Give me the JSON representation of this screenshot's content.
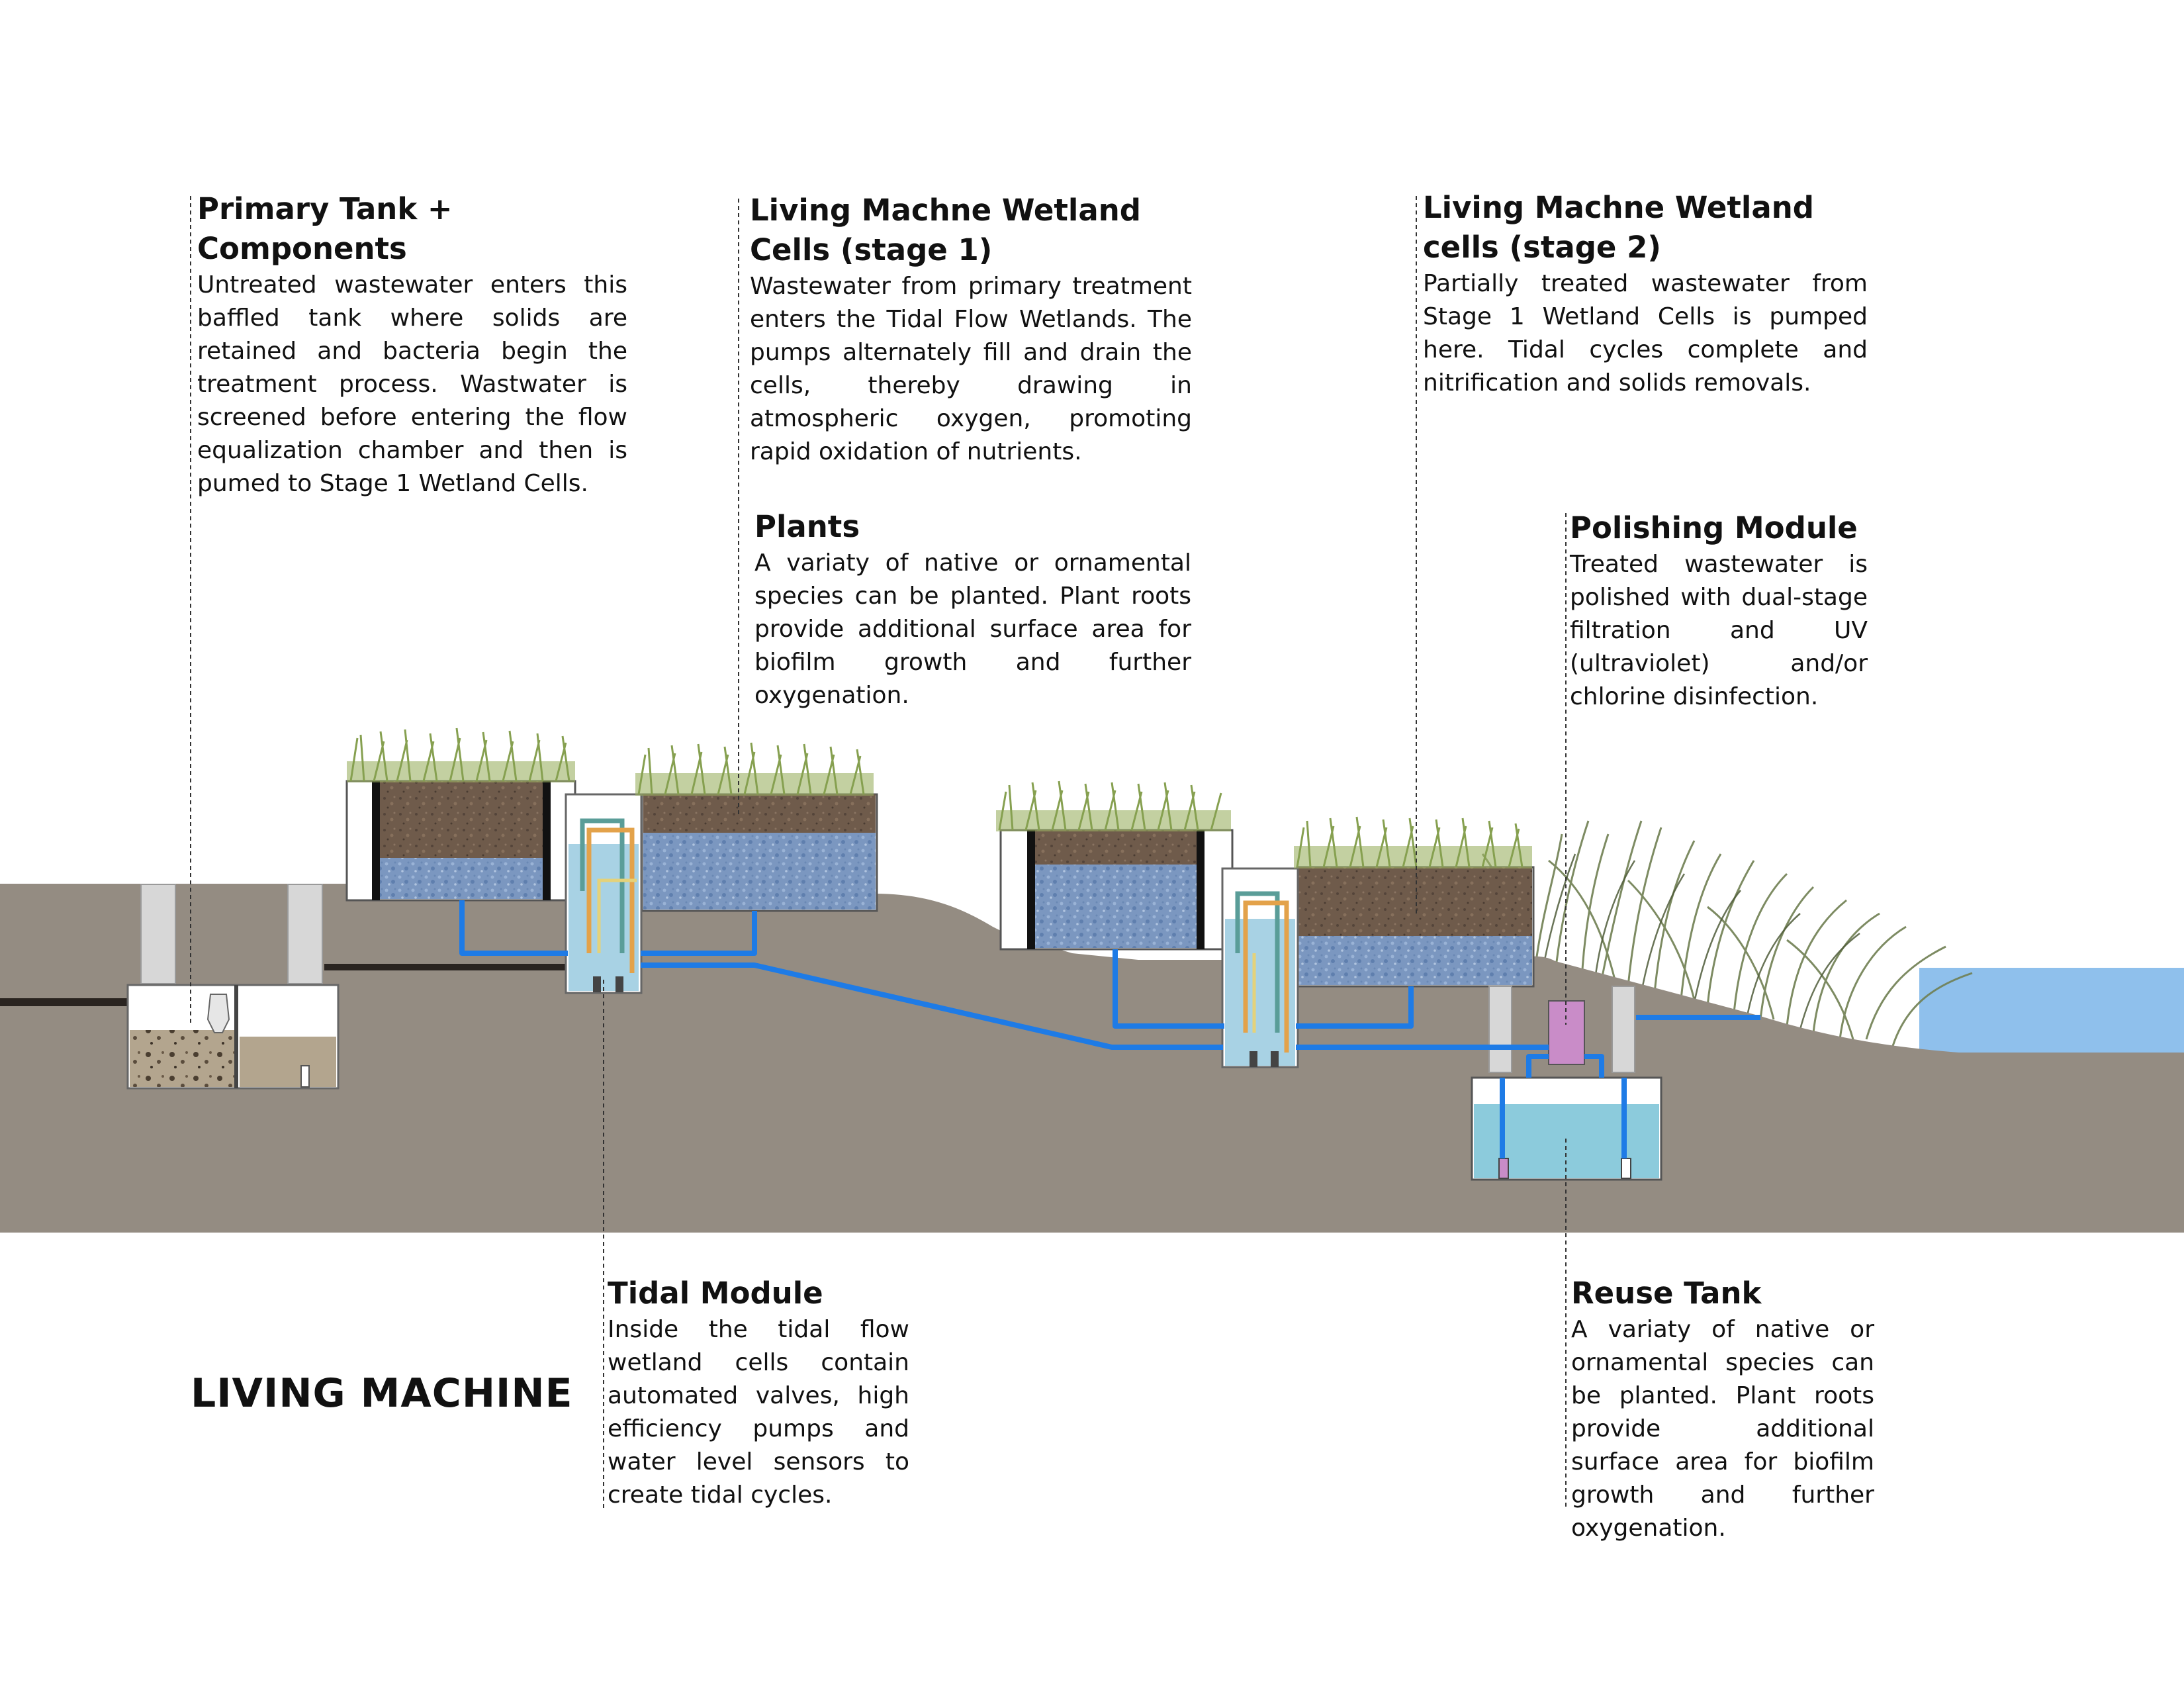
{
  "title": "LIVING MACHINE",
  "callouts": {
    "primary_tank": {
      "heading": "Primary Tank + Components",
      "body": "Untreated wastewater enters this baffled tank where solids are retained and bacteria begin the treatment process. Wastwater is screened before entering the flow equalization chamber and then is pumed to Stage 1 Wetland Cells."
    },
    "wetland_stage1": {
      "heading": "Living Machne Wetland Cells (stage 1)",
      "body": "Wastewater from primary treatment enters the Tidal Flow Wetlands. The pumps alternately fill and drain the cells, thereby drawing in atmospheric oxygen, promoting rapid oxidation of nutrients."
    },
    "wetland_stage2": {
      "heading": "Living Machne Wetland cells (stage 2)",
      "body": "Partially treated wastewater from Stage 1 Wetland Cells is pumped here. Tidal cycles complete and nitrification and solids removals."
    },
    "plants": {
      "heading": "Plants",
      "body": "A variaty of native or ornamental species can be planted. Plant roots provide additional surface area for biofilm growth and further oxygenation."
    },
    "polishing": {
      "heading": "Polishing Module",
      "body": "Treated wastewater is polished with dual-stage filtration and UV (ultraviolet) and/or chlorine disinfection."
    },
    "tidal_module": {
      "heading": "Tidal Module",
      "body": "Inside the tidal flow wetland cells contain automated valves, high efficiency pumps and water level sensors to create tidal cycles."
    },
    "reuse_tank": {
      "heading": "Reuse Tank",
      "body": "A variaty of native or ornamental species can be planted. Plant roots provide additional surface area for biofilm growth and further oxygenation."
    }
  },
  "colors": {
    "ground": "#948c82",
    "soil": "#6e5a4a",
    "water_gravel": "#7a96bf",
    "pipe": "#1e7be6",
    "grass": "#86a050",
    "lake": "#8fc0ec",
    "tank_water": "#8ccbdc",
    "polish_unit": "#c98cc8",
    "pipe_orange": "#e3a24a",
    "pipe_teal": "#5a9d98"
  }
}
